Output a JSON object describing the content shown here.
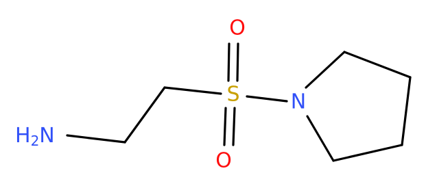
{
  "molecule": {
    "atoms": {
      "amine": {
        "element": "H2N",
        "main": "H",
        "subscript": "2",
        "tail": "N",
        "color": "#3050F8"
      },
      "sulfur": {
        "element": "S",
        "label": "S",
        "color": "#C8A000"
      },
      "oxygen_top": {
        "element": "O",
        "label": "O",
        "color": "#FF0D0D"
      },
      "oxygen_bottom": {
        "element": "O",
        "label": "O",
        "color": "#FF0D0D"
      },
      "ring_nitrogen": {
        "element": "N",
        "label": "N",
        "color": "#3050F8"
      }
    },
    "bonds": [
      {
        "from": "amine",
        "to": "c1",
        "order": 1
      },
      {
        "from": "c1",
        "to": "c2",
        "order": 1
      },
      {
        "from": "c2",
        "to": "sulfur",
        "order": 1
      },
      {
        "from": "sulfur",
        "to": "oxygen_top",
        "order": 2
      },
      {
        "from": "sulfur",
        "to": "oxygen_bottom",
        "order": 2
      },
      {
        "from": "sulfur",
        "to": "ring_nitrogen",
        "order": 1
      },
      {
        "from": "ring_nitrogen",
        "to": "r1",
        "order": 1
      },
      {
        "from": "r1",
        "to": "r2",
        "order": 1
      },
      {
        "from": "r2",
        "to": "r3",
        "order": 1
      },
      {
        "from": "r3",
        "to": "r4",
        "order": 1
      },
      {
        "from": "r4",
        "to": "ring_nitrogen",
        "order": 1
      }
    ],
    "bond_color": "#000000"
  }
}
